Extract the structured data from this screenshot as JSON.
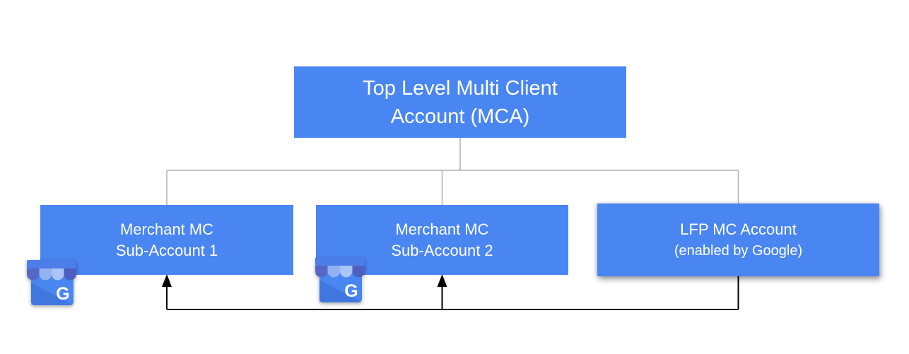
{
  "colors": {
    "canvas_bg": "#ffffff",
    "node_fill": "#4A86F2",
    "node_text": "#ffffff",
    "tree_line": "#B0B0B0",
    "arrow_line": "#000000"
  },
  "nodes": {
    "mca": {
      "line1": "Top Level Multi Client",
      "line2": "Account (MCA)"
    },
    "sub1": {
      "line1": "Merchant MC",
      "line2": "Sub-Account 1"
    },
    "sub2": {
      "line1": "Merchant MC",
      "line2": "Sub-Account 2"
    },
    "lfp": {
      "line1": "LFP MC Account",
      "line2": "(enabled by Google)"
    }
  },
  "icon": {
    "name": "google-my-business",
    "letter": "G",
    "body_fill": "#4A86EF",
    "band_fill": "#4C7DE8",
    "shade_fill": "#2F5CC4",
    "scallop_colors": [
      "#5667C5",
      "#92B2F2",
      "#A9C4F6",
      "#4F5FC0"
    ]
  }
}
